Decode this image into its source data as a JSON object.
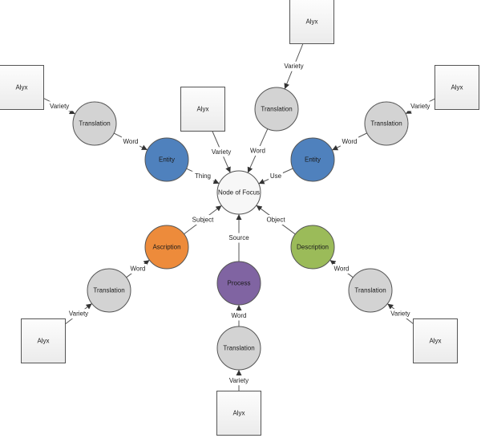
{
  "diagram": {
    "center": {
      "id": "focus",
      "label": "Node of Focus",
      "kind": "circle",
      "color": "#f7f7f7"
    },
    "nodes": [
      {
        "id": "alyx1",
        "label": "Alyx",
        "kind": "box"
      },
      {
        "id": "trans1",
        "label": "Translation",
        "kind": "circle",
        "color": "#d3d3d3"
      },
      {
        "id": "entity1",
        "label": "Entity",
        "kind": "circle",
        "color": "#4f81bd"
      },
      {
        "id": "alyx2",
        "label": "Alyx",
        "kind": "box"
      },
      {
        "id": "alyx3",
        "label": "Alyx",
        "kind": "box"
      },
      {
        "id": "trans3",
        "label": "Translation",
        "kind": "circle",
        "color": "#d3d3d3"
      },
      {
        "id": "alyx4",
        "label": "Alyx",
        "kind": "box"
      },
      {
        "id": "trans4",
        "label": "Translation",
        "kind": "circle",
        "color": "#d3d3d3"
      },
      {
        "id": "entity4",
        "label": "Entity",
        "kind": "circle",
        "color": "#4f81bd"
      },
      {
        "id": "alyx5",
        "label": "Alyx",
        "kind": "box"
      },
      {
        "id": "trans5",
        "label": "Translation",
        "kind": "circle",
        "color": "#d3d3d3"
      },
      {
        "id": "ascription",
        "label": "Ascription",
        "kind": "circle",
        "color": "#ed8b3b"
      },
      {
        "id": "alyx6",
        "label": "Alyx",
        "kind": "box"
      },
      {
        "id": "trans6",
        "label": "Translation",
        "kind": "circle",
        "color": "#d3d3d3"
      },
      {
        "id": "process",
        "label": "Process",
        "kind": "circle",
        "color": "#8064a2"
      },
      {
        "id": "alyx7",
        "label": "Alyx",
        "kind": "box"
      },
      {
        "id": "trans7",
        "label": "Translation",
        "kind": "circle",
        "color": "#d3d3d3"
      },
      {
        "id": "description",
        "label": "Description",
        "kind": "circle",
        "color": "#9bbb59"
      }
    ],
    "edges": [
      {
        "from": "alyx1",
        "to": "trans1",
        "label": "Variety"
      },
      {
        "from": "trans1",
        "to": "entity1",
        "label": "Word"
      },
      {
        "from": "entity1",
        "to": "focus",
        "label": "Thing"
      },
      {
        "from": "alyx2",
        "to": "focus",
        "label": "Variety"
      },
      {
        "from": "alyx3",
        "to": "trans3",
        "label": "Variety"
      },
      {
        "from": "trans3",
        "to": "focus",
        "label": "Word"
      },
      {
        "from": "alyx4",
        "to": "trans4",
        "label": "Variety"
      },
      {
        "from": "trans4",
        "to": "entity4",
        "label": "Word"
      },
      {
        "from": "entity4",
        "to": "focus",
        "label": "Use"
      },
      {
        "from": "alyx5",
        "to": "trans5",
        "label": "Variety"
      },
      {
        "from": "trans5",
        "to": "ascription",
        "label": "Word"
      },
      {
        "from": "ascription",
        "to": "focus",
        "label": "Subject"
      },
      {
        "from": "alyx6",
        "to": "trans6",
        "label": "Variety"
      },
      {
        "from": "trans6",
        "to": "process",
        "label": "Word"
      },
      {
        "from": "process",
        "to": "focus",
        "label": "Source"
      },
      {
        "from": "alyx7",
        "to": "trans7",
        "label": "Variety"
      },
      {
        "from": "trans7",
        "to": "description",
        "label": "Word"
      },
      {
        "from": "description",
        "to": "focus",
        "label": "Object"
      }
    ]
  }
}
